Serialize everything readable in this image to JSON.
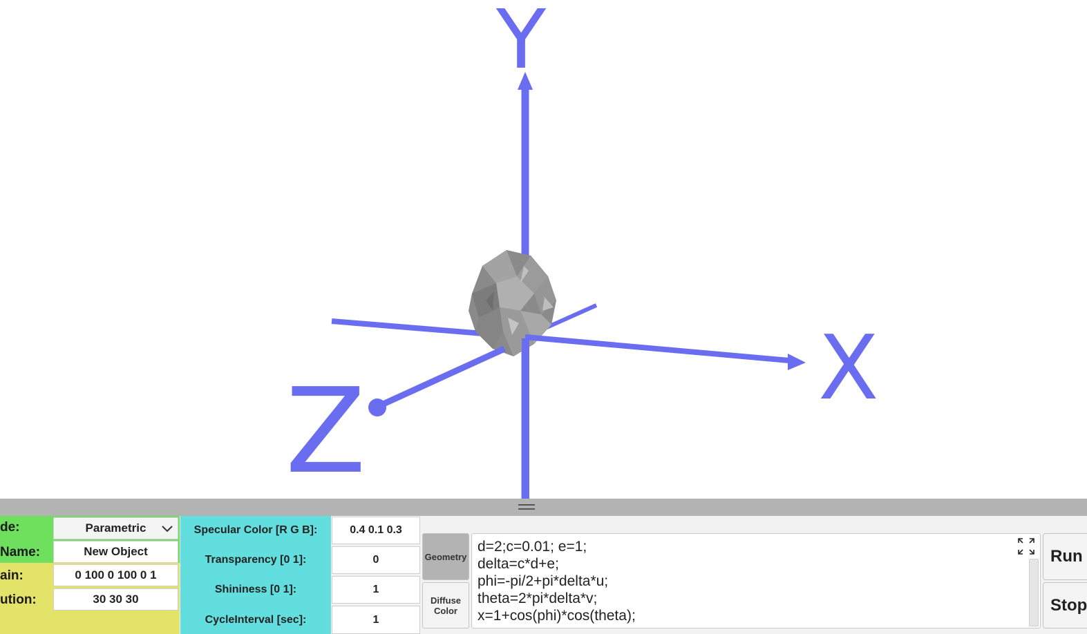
{
  "viewport": {
    "axes": {
      "x_label": "X",
      "y_label": "Y",
      "z_label": "Z",
      "axis_color": "#6b6df0"
    },
    "object_color": "#8a8a8a"
  },
  "properties": {
    "mode_label": "de:",
    "mode_value": "Parametric",
    "name_label": "Name:",
    "name_value": "New Object",
    "domain_label": "ain:",
    "domain_value": "0 100 0 100 0 1",
    "resolution_label": "ution:",
    "resolution_value": "30 30 30"
  },
  "material": {
    "specular_label": "Specular Color [R G B]:",
    "specular_value": "0.4 0.1 0.3",
    "transparency_label": "Transparency [0 1]:",
    "transparency_value": "0",
    "shininess_label": "Shininess [0 1]:",
    "shininess_value": "1",
    "cycle_label": "CycleInterval [sec]:",
    "cycle_value": "1"
  },
  "tabs": {
    "geometry": "Geometry",
    "diffuse_line1": "Diffuse",
    "diffuse_line2": "Color"
  },
  "code_lines": [
    "d=2;c=0.01; e=1;",
    "delta=c*d+e;",
    "phi=-pi/2+pi*delta*u;",
    "theta=2*pi*delta*v;",
    "x=1+cos(phi)*cos(theta);"
  ],
  "buttons": {
    "run": "Run",
    "stop": "Stop"
  },
  "colors": {
    "green": "#6ee05d",
    "yellow": "#e3e269",
    "cyan": "#63dede",
    "splitter": "#b3b3b3"
  }
}
